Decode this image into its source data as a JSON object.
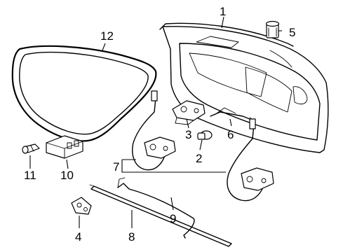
{
  "diagram": {
    "callouts": {
      "c1": "1",
      "c2": "2",
      "c3": "3",
      "c4": "4",
      "c5": "5",
      "c6": "6",
      "c7": "7",
      "c8": "8",
      "c9": "9",
      "c10": "10",
      "c11": "11",
      "c12": "12"
    }
  }
}
